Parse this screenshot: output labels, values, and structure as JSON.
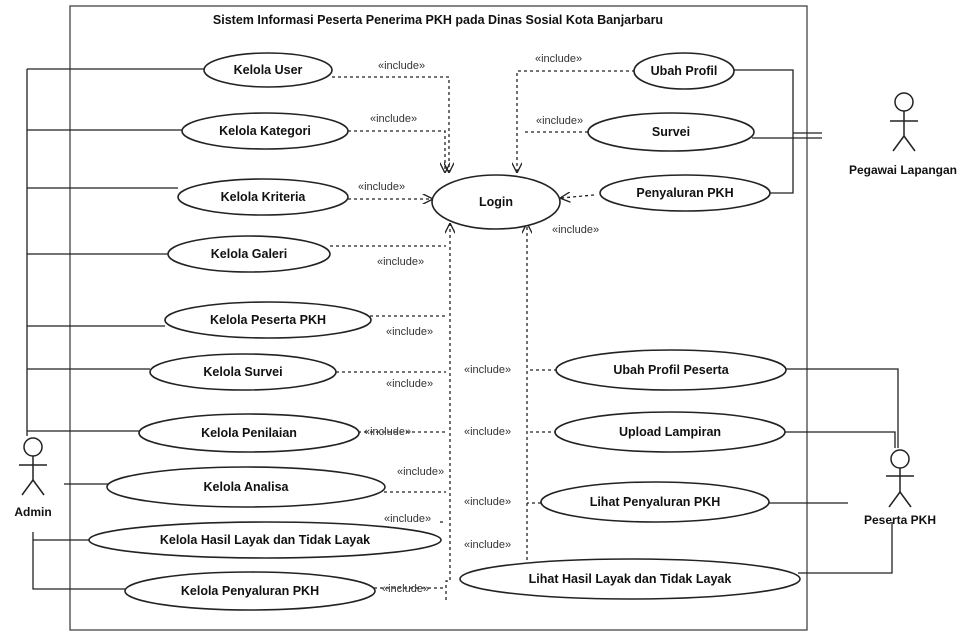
{
  "system": {
    "title": "Sistem Informasi Peserta Penerima PKH pada Dinas Sosial Kota Banjarbaru"
  },
  "actors": {
    "admin": "Admin",
    "pegawai": "Pegawai Lapangan",
    "peserta": "Peserta PKH"
  },
  "use_cases": {
    "login": "Login",
    "kelola_user": "Kelola User",
    "kelola_kategori": "Kelola Kategori",
    "kelola_kriteria": "Kelola Kriteria",
    "kelola_galeri": "Kelola Galeri",
    "kelola_peserta": "Kelola Peserta PKH",
    "kelola_survei": "Kelola Survei",
    "kelola_penilaian": "Kelola Penilaian",
    "kelola_analisa": "Kelola Analisa",
    "kelola_hasil": "Kelola Hasil Layak dan Tidak Layak",
    "kelola_penyaluran": "Kelola Penyaluran PKH",
    "ubah_profil": "Ubah Profil",
    "survei": "Survei",
    "penyaluran": "Penyaluran PKH",
    "ubah_profil_peserta": "Ubah Profil Peserta",
    "upload_lampiran": "Upload Lampiran",
    "lihat_penyaluran": "Lihat Penyaluran PKH",
    "lihat_hasil": "Lihat Hasil Layak dan Tidak Layak"
  },
  "relation": {
    "include": "«include»"
  }
}
